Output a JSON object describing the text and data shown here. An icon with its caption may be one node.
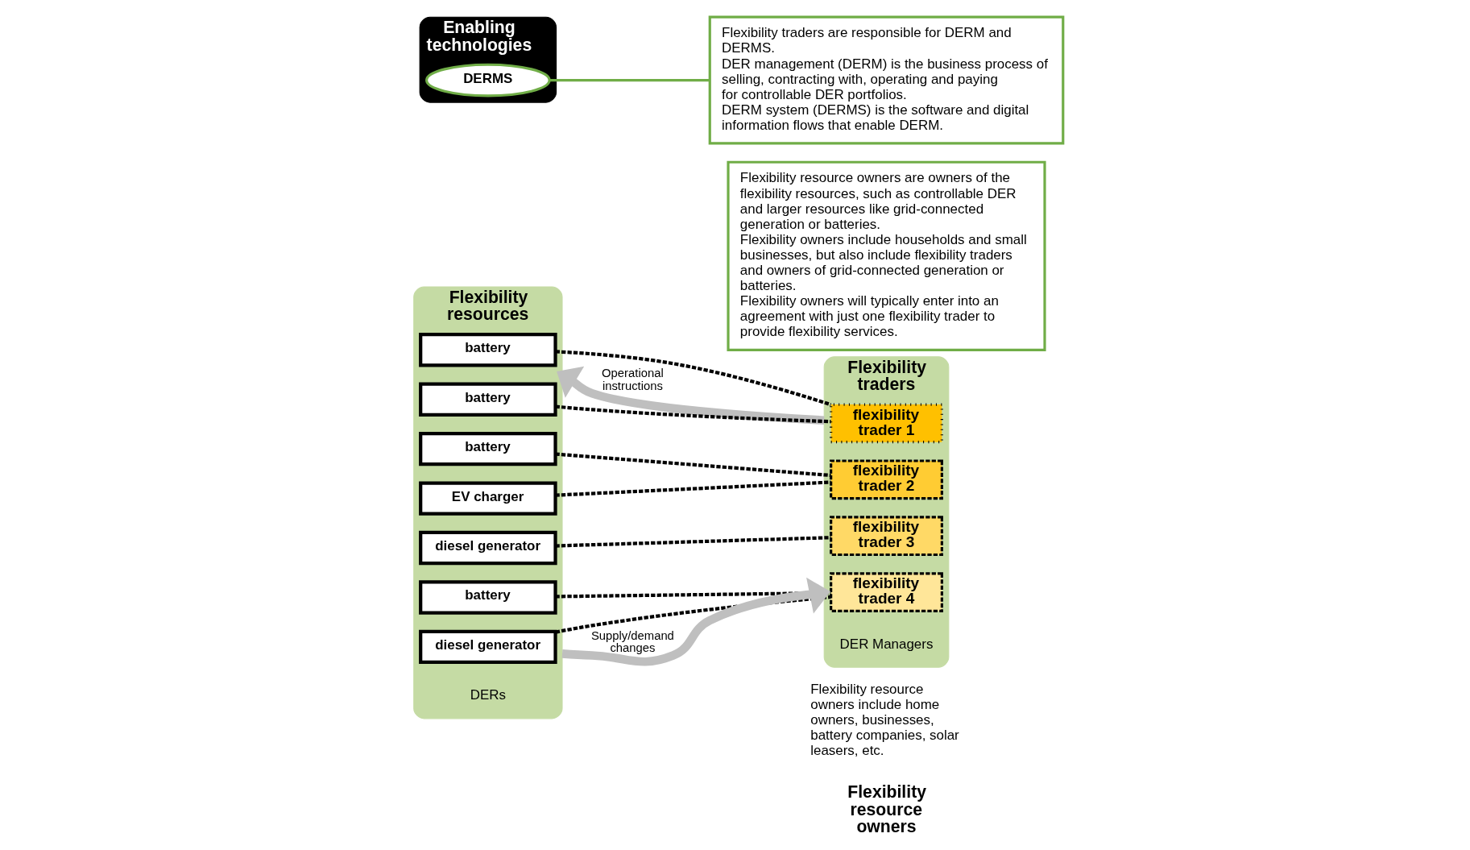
{
  "diagram": {
    "nodes": [
      {
        "text": [
          "Flexibility resources",
          "DERs"
        ]
      },
      {
        "text": [
          "battery"
        ],
        "in": 0
      },
      {
        "text": [
          "battery"
        ],
        "in": 0
      },
      {
        "text": [
          "battery"
        ],
        "in": 0
      },
      {
        "text": [
          "EV charger"
        ],
        "in": 0
      },
      {
        "text": [
          "diesel generator"
        ],
        "in": 0
      },
      {
        "text": [
          "battery"
        ],
        "in": 0
      },
      {
        "text": [
          "diesel generator"
        ],
        "in": 0
      },
      {
        "text": [
          "Flexibility traders",
          "DER Managers"
        ]
      },
      {
        "text": [
          "flexibility trader 1"
        ],
        "in": 8
      },
      {
        "text": [
          "flexibility trader 2"
        ],
        "in": 8
      },
      {
        "text": [
          "flexibility trader 3"
        ],
        "in": 8
      },
      {
        "text": [
          "flexibility trader 4"
        ],
        "in": 8
      },
      {
        "text": [
          "Flexibility resource owners are owners of the flexibility resources, such as controllable DER and larger resources like grid-connected generation or batteries.",
          "Flexibility owners include households and small businesses, but also include flexibility traders and owners of grid-connected generation or batteries.",
          "Flexibility owners will typically enter into an agreement with just one flexibility trader to provide flexibility services."
        ]
      },
      {
        "text": [
          "Flexibility traders are responsible for DERM and DERMS.",
          "DER management (DERM) is the business process of selling, contracting with, operating and paying for controllable DER portfolios.",
          "DERM system (DERMS) is the software and digital information flows that enable DERM."
        ]
      },
      {
        "text": [
          "Enabling technologies"
        ]
      },
      {
        "text": [
          "DERMS"
        ],
        "in": 15
      }
    ],
    "edges": [
      {
        "from": 1,
        "to": 9,
        "arrow": "none",
        "style": "dashed"
      },
      {
        "from": 2,
        "to": 9,
        "arrow": "none",
        "style": "dashed"
      },
      {
        "from": 3,
        "to": 10,
        "arrow": "none",
        "style": "dashed"
      },
      {
        "from": 4,
        "to": 10,
        "arrow": "none",
        "style": "dashed"
      },
      {
        "from": 5,
        "to": 11,
        "arrow": "none",
        "style": "dashed"
      },
      {
        "from": 6,
        "to": 12,
        "arrow": "none",
        "style": "dashed"
      },
      {
        "from": 7,
        "to": 12,
        "arrow": "none",
        "style": "dashed"
      },
      {
        "from": 8,
        "to": 0,
        "arrow": "to",
        "label": "Operational instructions",
        "style": "thick",
        "color": "#bfbfbf"
      },
      {
        "from": 0,
        "to": 8,
        "arrow": "to",
        "label": "Supply/demand changes",
        "style": "thick",
        "color": "#bfbfbf"
      },
      {
        "from": 16,
        "to": 14,
        "arrow": "none",
        "color": "#70ad47"
      }
    ],
    "labels": [
      "Flexibility resource owners",
      "Flexibility resource owners include home owners, businesses, battery companies, solar leasers, etc."
    ]
  }
}
